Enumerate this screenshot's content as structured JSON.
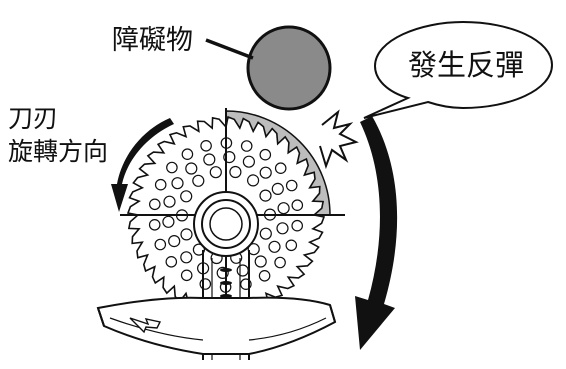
{
  "labels": {
    "obstacle": "障礙物",
    "kickback": "發生反彈",
    "rotation_line1": "刀刃",
    "rotation_line2": "旋轉方向"
  },
  "colors": {
    "obstacle_fill": "#8a8a8a",
    "kickback_zone": "#bdbdbd",
    "outline": "#111111",
    "background": "#ffffff"
  }
}
